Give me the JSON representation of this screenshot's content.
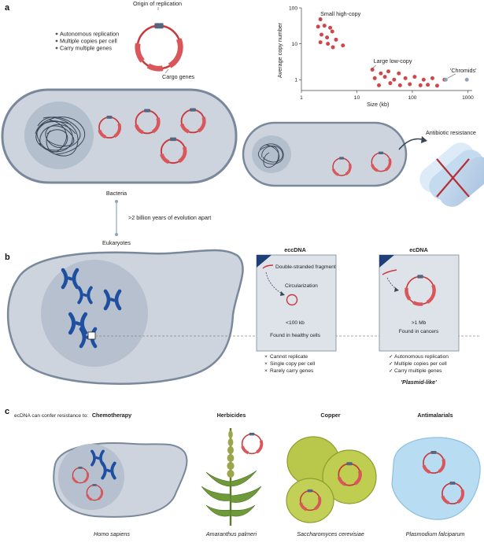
{
  "panels": {
    "a": "a",
    "b": "b",
    "c": "c"
  },
  "plasmid": {
    "origin_label": "Origin of replication",
    "cargo_label": "Cargo genes",
    "features": [
      "Autonomous replication",
      "Multiple copies per cell",
      "Carry multiple genes"
    ]
  },
  "links": {
    "bacteria": "Bacteria",
    "gap": ">2 billion years of evolution apart",
    "eukaryotes": "Eukaryotes"
  },
  "antibiotic_label": "Antibiotic resistance",
  "chart_data": {
    "type": "scatter",
    "xlabel": "Size (kb)",
    "ylabel": "Average copy number",
    "x_scale": "log",
    "y_scale": "log",
    "xlim": [
      1,
      1200
    ],
    "ylim": [
      0.5,
      100
    ],
    "xticks": [
      1,
      10,
      100,
      1000
    ],
    "xtick_labels": [
      "1",
      "10",
      "100",
      "1000"
    ],
    "yticks": [
      1,
      10,
      100
    ],
    "ytick_labels": [
      "1",
      "10",
      "100"
    ],
    "annotations": [
      {
        "text": "Small high-copy",
        "x": 2.2,
        "y": 60
      },
      {
        "text": "Large low-copy",
        "x": 20,
        "y": 2.9
      },
      {
        "text": "'Chromids'",
        "x": 480,
        "y": 1.6
      }
    ],
    "series": [
      {
        "color": "#d0474a",
        "points": [
          [
            2.2,
            48
          ],
          [
            2.0,
            30
          ],
          [
            2.6,
            32
          ],
          [
            3.3,
            28
          ],
          [
            3.6,
            22
          ],
          [
            2.3,
            18
          ],
          [
            2.9,
            15
          ],
          [
            4.2,
            13
          ],
          [
            2.2,
            11
          ],
          [
            3.0,
            10
          ],
          [
            3.7,
            8
          ],
          [
            5.6,
            9
          ],
          [
            19,
            1.9
          ],
          [
            27,
            1.5
          ],
          [
            37,
            1.7
          ],
          [
            57,
            1.5
          ],
          [
            21,
            1.1
          ],
          [
            32,
            1.2
          ],
          [
            47,
            1.0
          ],
          [
            75,
            1.1
          ],
          [
            110,
            1.2
          ],
          [
            160,
            1.0
          ],
          [
            230,
            1.1
          ],
          [
            380,
            1.0
          ],
          [
            25,
            0.7
          ],
          [
            40,
            0.8
          ],
          [
            60,
            0.7
          ],
          [
            90,
            0.75
          ],
          [
            140,
            0.7
          ],
          [
            190,
            0.72
          ],
          [
            280,
            0.68
          ]
        ]
      },
      {
        "color": "#8fa5bb",
        "points": [
          [
            400,
            1.0
          ],
          [
            960,
            1.0
          ]
        ]
      }
    ]
  },
  "eccdna": {
    "title": "eccDNA",
    "fragment": "Double-stranded fragment",
    "circularization": "Circularization",
    "size": "<100 kb",
    "found": "Found in healthy cells",
    "traits": [
      "Cannot replicate",
      "Single copy per cell",
      "Rarely carry genes"
    ]
  },
  "ecdna": {
    "title": "ecDNA",
    "size": ">1 Mb",
    "found": "Found in cancers",
    "traits": [
      "Autonomous replication",
      "Multiple copies per cell",
      "Carry multiple genes"
    ],
    "summary": "'Plasmid-like'"
  },
  "resistance": {
    "intro": "ecDNA can confer resistance to:",
    "items": [
      {
        "category": "Chemotherapy",
        "organism": "Homo sapiens"
      },
      {
        "category": "Herbicides",
        "organism": "Amaranthus palmeri"
      },
      {
        "category": "Copper",
        "organism": "Saccharomyces cerevisiae"
      },
      {
        "category": "Antimalarials",
        "organism": "Plasmodium falciparum"
      }
    ]
  },
  "colors": {
    "plasmid_red": "#d0474a",
    "cell_fill": "#cdd4de",
    "cell_edge": "#7a889c",
    "chromosome_blue": "#1f4fa0",
    "point_red": "#d0474a",
    "point_grey": "#8fa5bb",
    "yeast": "#b9c84a",
    "parasite": "#b8dcf2"
  }
}
